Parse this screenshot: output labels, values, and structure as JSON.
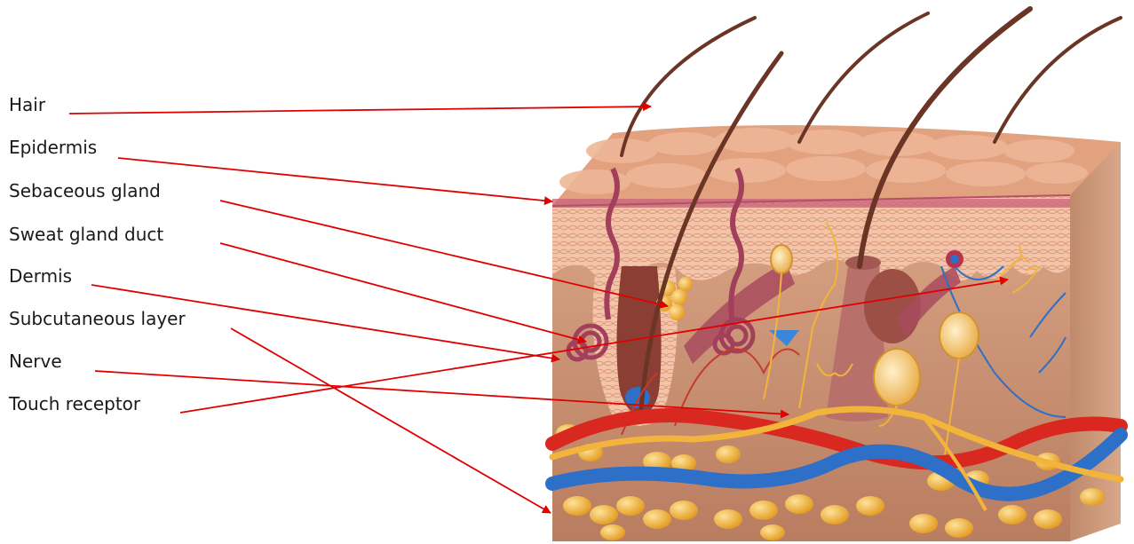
{
  "labels": {
    "hair": "Hair",
    "epidermis": "Epidermis",
    "sebaceous_gland": "Sebaceous gland",
    "sweat_gland_duct": "Sweat gland duct",
    "dermis": "Dermis",
    "subcutaneous_layer": "Subcutaneous layer",
    "nerve": "Nerve",
    "touch_receptor": "Touch receptor"
  },
  "colors": {
    "arrow": "#e00000",
    "epidermis_top": "#e3a27f",
    "epidermis_cells": "#f0c1a6",
    "dermis": "#c99171",
    "hair": "#6a3525",
    "nerve": "#f2b43a",
    "artery": "#d9281f",
    "vein": "#2e6fc7",
    "fat": "#f2b43a",
    "muscle": "#a84a5e"
  }
}
